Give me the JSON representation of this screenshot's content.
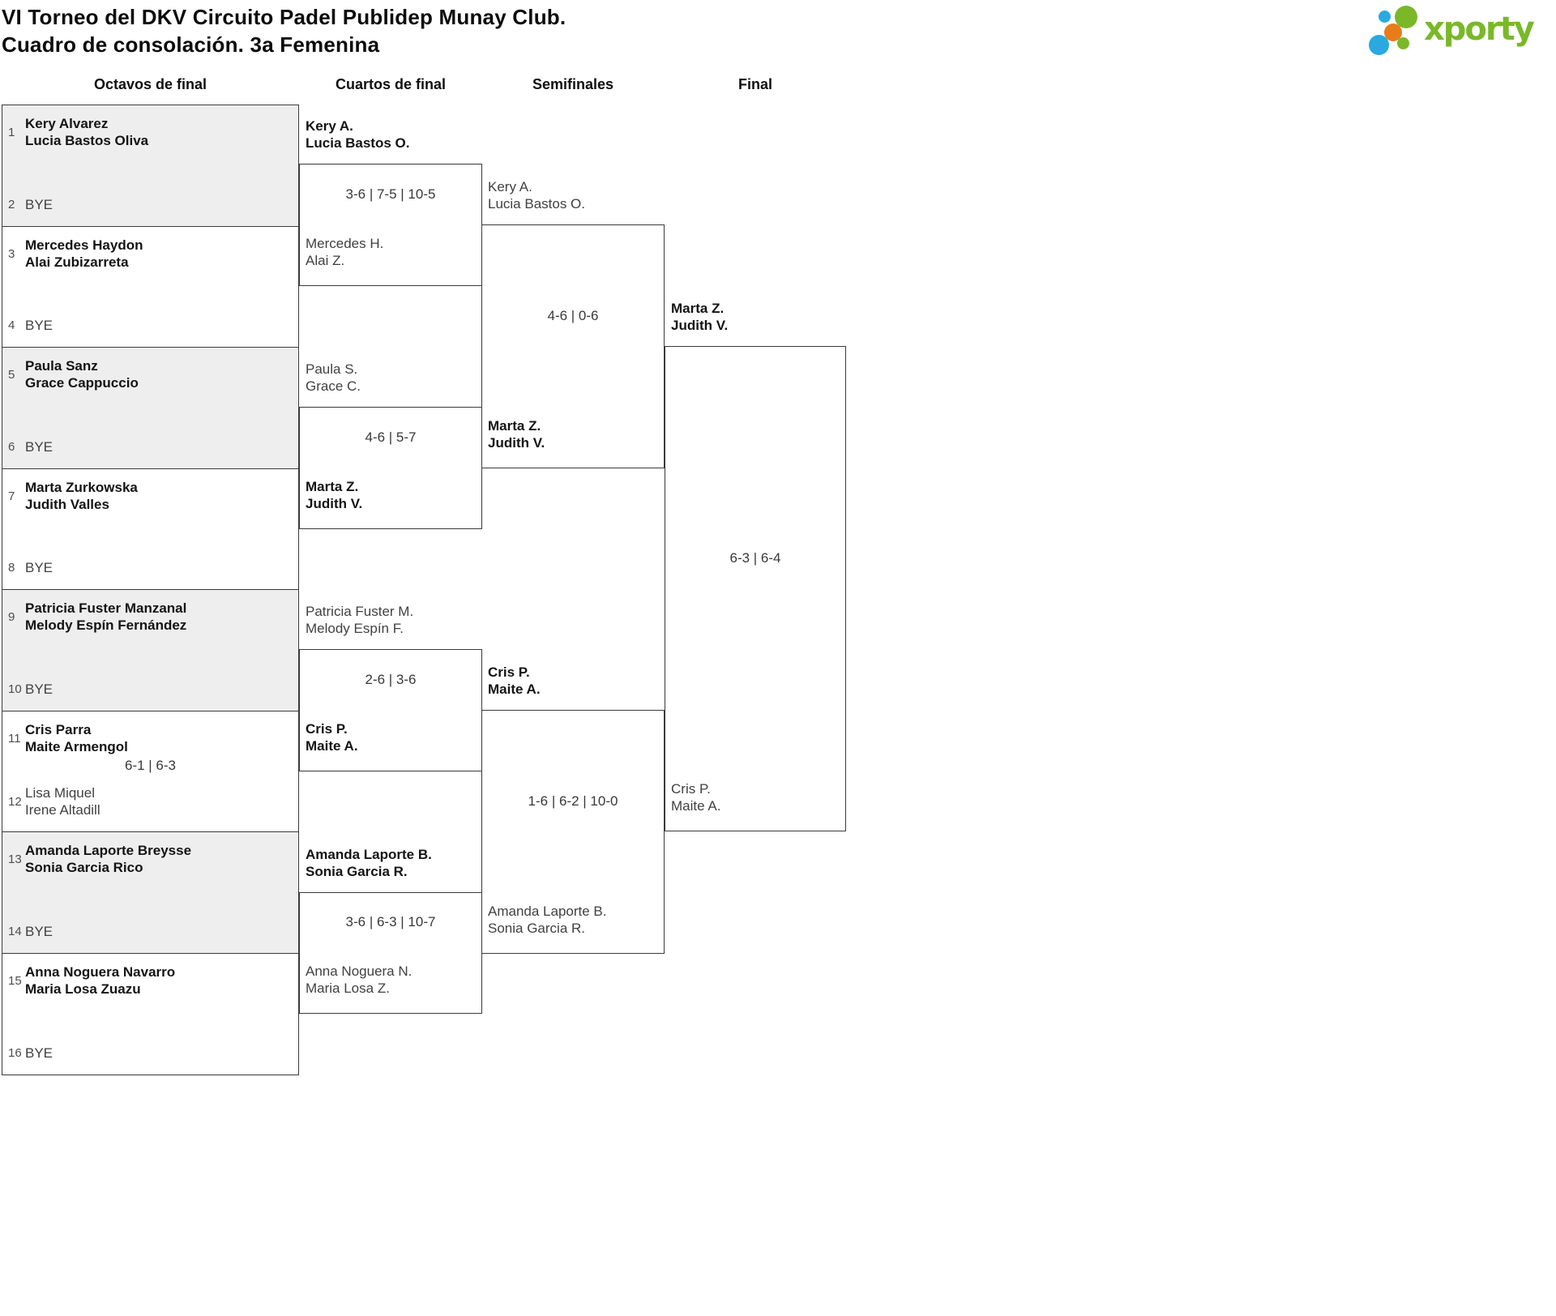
{
  "title": {
    "line1": "VI Torneo del DKV Circuito Padel Publidep Munay Club.",
    "line2": "Cuadro de consolación. 3a Femenina"
  },
  "logo": {
    "text": "xporty",
    "green": "#7ab829",
    "blue": "#29a9e0",
    "orange": "#e87c1a"
  },
  "colors": {
    "shaded_box": "#eeeeee",
    "border": "#3a3a3a",
    "winner_text": "#141414",
    "loser_text": "#414141"
  },
  "round_headers": [
    "Octavos de final",
    "Cuartos de final",
    "Semifinales",
    "Final"
  ],
  "octavos": [
    {
      "shaded": true,
      "score": "",
      "top": {
        "seed": "1",
        "l1": "Kery Alvarez",
        "l2": "Lucia Bastos Oliva",
        "bold": true
      },
      "bottom": {
        "seed": "2",
        "l1": "BYE",
        "bold": false
      }
    },
    {
      "shaded": false,
      "score": "",
      "top": {
        "seed": "3",
        "l1": "Mercedes Haydon",
        "l2": "Alai Zubizarreta",
        "bold": true
      },
      "bottom": {
        "seed": "4",
        "l1": "BYE",
        "bold": false
      }
    },
    {
      "shaded": true,
      "score": "",
      "top": {
        "seed": "5",
        "l1": "Paula Sanz",
        "l2": "Grace Cappuccio",
        "bold": true
      },
      "bottom": {
        "seed": "6",
        "l1": "BYE",
        "bold": false
      }
    },
    {
      "shaded": false,
      "score": "",
      "top": {
        "seed": "7",
        "l1": "Marta Zurkowska",
        "l2": "Judith Valles",
        "bold": true
      },
      "bottom": {
        "seed": "8",
        "l1": "BYE",
        "bold": false
      }
    },
    {
      "shaded": true,
      "score": "",
      "top": {
        "seed": "9",
        "l1": "Patricia Fuster Manzanal",
        "l2": "Melody Espín Fernández",
        "bold": true
      },
      "bottom": {
        "seed": "10",
        "l1": "BYE",
        "bold": false
      }
    },
    {
      "shaded": false,
      "score": "6-1 | 6-3",
      "top": {
        "seed": "11",
        "l1": "Cris Parra",
        "l2": "Maite Armengol",
        "bold": true
      },
      "bottom": {
        "seed": "12",
        "l1": "Lisa Miquel",
        "l2": "Irene Altadill",
        "bold": false
      }
    },
    {
      "shaded": true,
      "score": "",
      "top": {
        "seed": "13",
        "l1": "Amanda Laporte Breysse",
        "l2": "Sonia Garcia Rico",
        "bold": true
      },
      "bottom": {
        "seed": "14",
        "l1": "BYE",
        "bold": false
      }
    },
    {
      "shaded": false,
      "score": "",
      "top": {
        "seed": "15",
        "l1": "Anna Noguera Navarro",
        "l2": "Maria Losa Zuazu",
        "bold": true
      },
      "bottom": {
        "seed": "16",
        "l1": "BYE",
        "bold": false
      }
    }
  ],
  "cuartos": [
    {
      "score": "3-6 | 7-5 | 10-5",
      "top": {
        "l1": "Kery A.",
        "l2": "Lucia Bastos O.",
        "bold": true
      },
      "bottom": {
        "l1": "Mercedes H.",
        "l2": "Alai Z.",
        "bold": false
      }
    },
    {
      "score": "4-6 | 5-7",
      "top": {
        "l1": "Paula S.",
        "l2": "Grace C.",
        "bold": false
      },
      "bottom": {
        "l1": "Marta Z.",
        "l2": "Judith V.",
        "bold": true
      }
    },
    {
      "score": "2-6 | 3-6",
      "top": {
        "l1": "Patricia Fuster M.",
        "l2": "Melody Espín F.",
        "bold": false
      },
      "bottom": {
        "l1": "Cris P.",
        "l2": "Maite A.",
        "bold": true
      }
    },
    {
      "score": "3-6 | 6-3 | 10-7",
      "top": {
        "l1": "Amanda Laporte B.",
        "l2": "Sonia Garcia R.",
        "bold": true
      },
      "bottom": {
        "l1": "Anna Noguera N.",
        "l2": "Maria Losa Z.",
        "bold": false
      }
    }
  ],
  "semifinales": [
    {
      "score": "4-6 | 0-6",
      "top": {
        "l1": "Kery A.",
        "l2": "Lucia Bastos O.",
        "bold": false
      },
      "bottom": {
        "l1": "Marta Z.",
        "l2": "Judith V.",
        "bold": true
      }
    },
    {
      "score": "1-6 | 6-2 | 10-0",
      "top": {
        "l1": "Cris P.",
        "l2": "Maite A.",
        "bold": true
      },
      "bottom": {
        "l1": "Amanda Laporte B.",
        "l2": "Sonia Garcia R.",
        "bold": false
      }
    }
  ],
  "final": {
    "score": "6-3 | 6-4",
    "top": {
      "l1": "Marta Z.",
      "l2": "Judith V.",
      "bold": true
    },
    "bottom": {
      "l1": "Cris P.",
      "l2": "Maite A.",
      "bold": false
    }
  }
}
